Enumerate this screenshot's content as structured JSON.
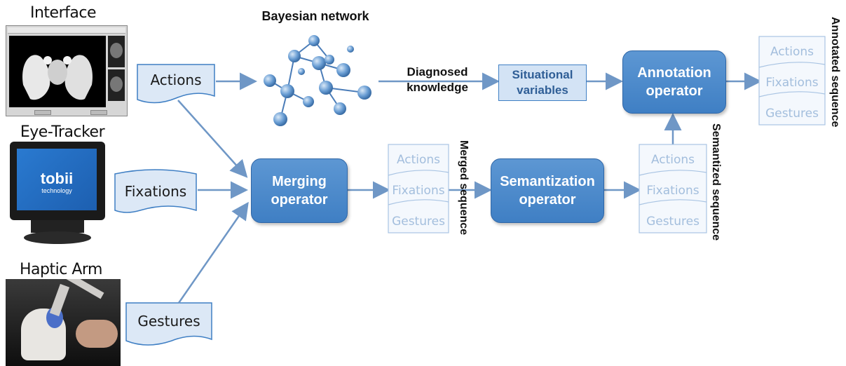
{
  "sources": {
    "interface": "Interface",
    "eye_tracker": "Eye-Tracker",
    "haptic_arm": "Haptic Arm",
    "tobii_logo": "tobii",
    "tobii_sub": "technology"
  },
  "bayesian_network": {
    "title": "Bayesian network"
  },
  "inputs": {
    "actions": "Actions",
    "fixations": "Fixations",
    "gestures": "Gestures"
  },
  "diagnosed_knowledge": {
    "line1": "Diagnosed",
    "line2": "knowledge"
  },
  "situational_variables": {
    "line1": "Situational",
    "line2": "variables"
  },
  "operators": {
    "merging": {
      "line1": "Merging",
      "line2": "operator"
    },
    "semantization": {
      "line1": "Semantization",
      "line2": "operator"
    },
    "annotation": {
      "line1": "Annotation",
      "line2": "operator"
    }
  },
  "sequences": {
    "merged": {
      "label": "Merged sequence",
      "items": [
        "Actions",
        "Fixations",
        "Gestures"
      ]
    },
    "semantized": {
      "label": "Semantized sequence",
      "items": [
        "Actions",
        "Fixations",
        "Gestures"
      ]
    },
    "annotated": {
      "label": "Annotated sequence",
      "items": [
        "Actions",
        "Fixations",
        "Gestures"
      ]
    }
  },
  "colors": {
    "operator_fill": "#4a88ca",
    "arrow": "#6f97c6",
    "sequence_text": "#a3bedd",
    "document_fill": "#dce8f6"
  }
}
